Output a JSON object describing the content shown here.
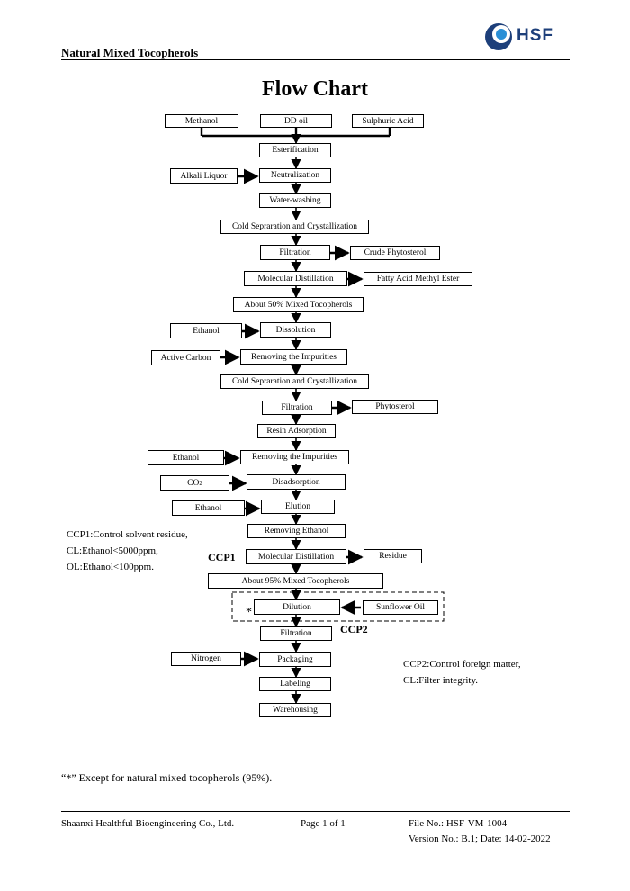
{
  "header": {
    "doc_title": "Natural Mixed Tocopherols",
    "logo_text": "HSF"
  },
  "title": "Flow Chart",
  "boxes": {
    "methanol": "Methanol",
    "dd_oil": "DD oil",
    "sulphuric_acid": "Sulphuric Acid",
    "esterification": "Esterification",
    "alkali_liquor": "Alkali Liquor",
    "neutralization": "Neutralization",
    "water_washing": "Water-washing",
    "cold_sep_1": "Cold Sepraration and Crystallization",
    "filtration_1": "Filtration",
    "crude_phytosterol": "Crude Phytosterol",
    "mol_dist_1": "Molecular Distillation",
    "fame": "Fatty Acid Methyl Ester",
    "about_50": "About 50% Mixed Tocopherols",
    "ethanol_1": "Ethanol",
    "dissolution": "Dissolution",
    "active_carbon": "Active Carbon",
    "removing_imp_1": "Removing the Impurities",
    "cold_sep_2": "Cold Sepraration and Crystallization",
    "filtration_2": "Filtration",
    "phytosterol": "Phytosterol",
    "resin_adsorption": "Resin Adsorption",
    "ethanol_2": "Ethanol",
    "removing_imp_2": "Removing the Impurities",
    "co2": "CO",
    "co2_sub": "2",
    "disadsorption": "Disadsorption",
    "ethanol_3": "Ethanol",
    "elution": "Elution",
    "removing_ethanol": "Removing Ethanol",
    "mol_dist_2": "Molecular Distillation",
    "residue": "Residue",
    "about_95": "About 95% Mixed Tocopherols",
    "dilution": "Dilution",
    "sunflower_oil": "Sunflower Oil",
    "filtration_3": "Filtration",
    "nitrogen": "Nitrogen",
    "packaging": "Packaging",
    "labeling": "Labeling",
    "warehousing": "Warehousing"
  },
  "ccp1": {
    "label": "CCP1",
    "lines": [
      "CCP1:Control solvent residue,",
      "CL:Ethanol<5000ppm,",
      "OL:Ethanol<100ppm."
    ]
  },
  "ccp2": {
    "label": "CCP2",
    "lines": [
      "CCP2:Control foreign matter,",
      "CL:Filter integrity."
    ]
  },
  "star_mark": "*",
  "footnote": "“*” Except for natural mixed tocopherols (95%).",
  "footer": {
    "company": "Shaanxi Healthful Bioengineering Co., Ltd.",
    "page": "Page 1 of 1",
    "file_no": "File No.: HSF-VM-1004",
    "version": "Version No.: B.1; Date: 14-02-2022"
  }
}
